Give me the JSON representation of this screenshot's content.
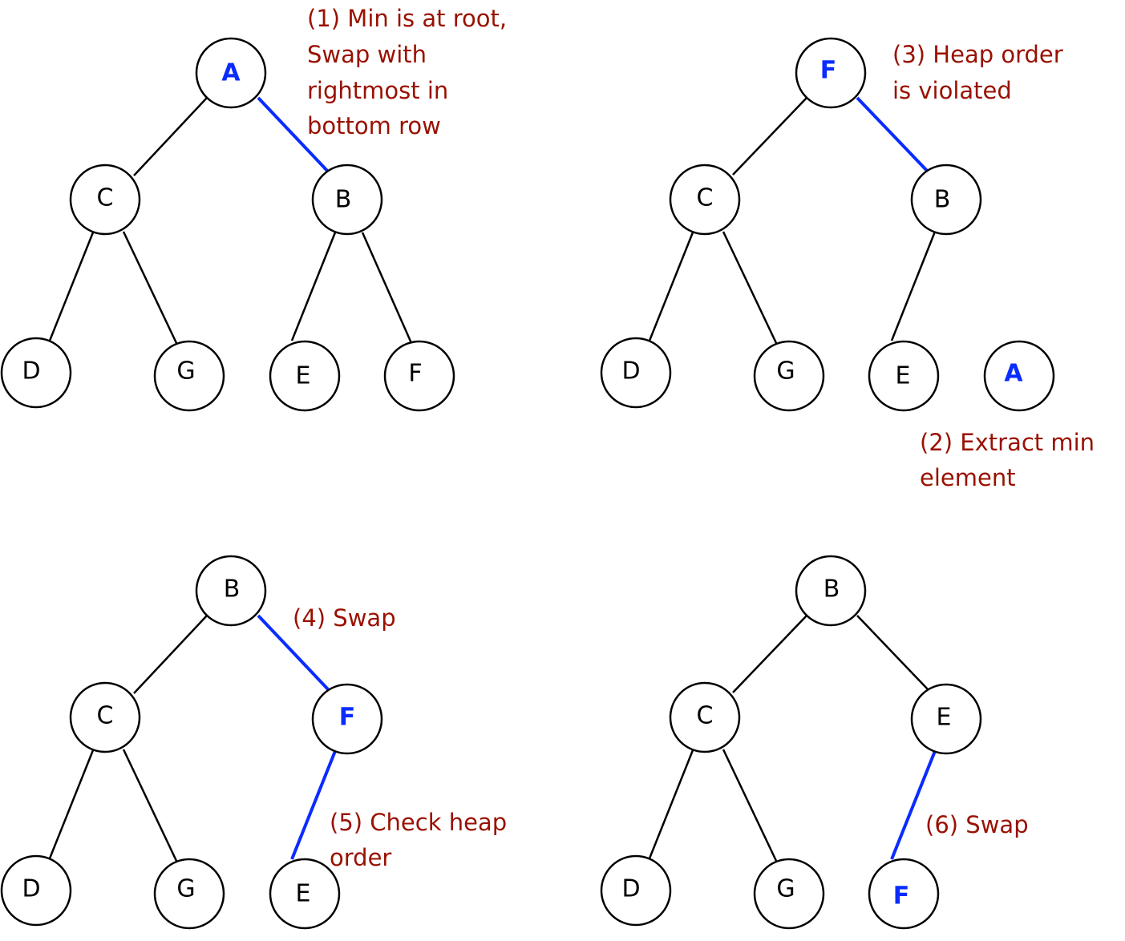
{
  "colors": {
    "highlight": "#0a2cff",
    "annotation": "#991100",
    "node_stroke": "#000000"
  },
  "panels": [
    {
      "nodes": {
        "root": "A",
        "l": "C",
        "r": "B",
        "ll": "D",
        "lr": "G",
        "rl": "E",
        "rr": "F"
      },
      "notes": [
        "(1) Min is at root,",
        "Swap with",
        "rightmost in",
        "bottom row"
      ]
    },
    {
      "nodes": {
        "root": "F",
        "l": "C",
        "r": "B",
        "ll": "D",
        "lr": "G",
        "rl": "E",
        "extracted": "A"
      },
      "notes_top": [
        "(3) Heap order",
        "is violated"
      ],
      "notes_bottom": [
        "(2) Extract min",
        "element"
      ]
    },
    {
      "nodes": {
        "root": "B",
        "l": "C",
        "r": "F",
        "ll": "D",
        "lr": "G",
        "rl": "E"
      },
      "notes_top": [
        "(4) Swap"
      ],
      "notes_bottom": [
        "(5) Check heap",
        "order"
      ]
    },
    {
      "nodes": {
        "root": "B",
        "l": "C",
        "r": "E",
        "ll": "D",
        "lr": "G",
        "rl": "F"
      },
      "notes": [
        "(6) Swap"
      ]
    }
  ]
}
